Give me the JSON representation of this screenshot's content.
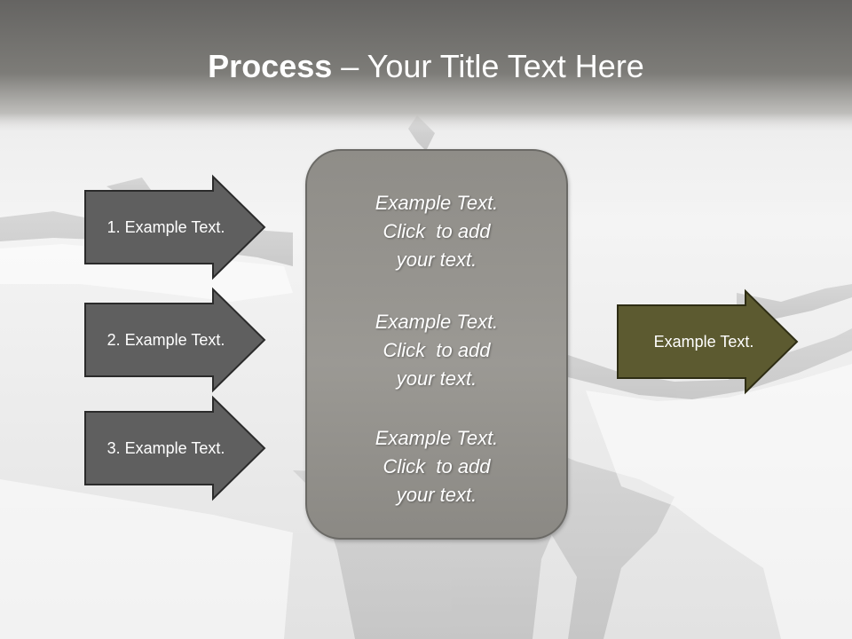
{
  "title": {
    "strong": "Process",
    "rest": " – Your Title Text Here"
  },
  "inputs": [
    {
      "label": "1. Example Text."
    },
    {
      "label": "2. Example Text."
    },
    {
      "label": "3. Example Text."
    }
  ],
  "center": {
    "blocks": [
      {
        "line1": "Example Text.",
        "line2": "Click  to add",
        "line3": "your text."
      },
      {
        "line1": "Example Text.",
        "line2": "Click  to add",
        "line3": "your text."
      },
      {
        "line1": "Example Text.",
        "line2": "Click  to add",
        "line3": "your text."
      }
    ]
  },
  "output": {
    "label": "Example Text."
  },
  "colors": {
    "input_arrow_fill": "#5f5f5f",
    "input_arrow_stroke": "#2b2b2b",
    "output_arrow_fill": "#5c5a30",
    "output_arrow_stroke": "#2e2d14",
    "center_box_fill": "#96948f",
    "title_bar": "#6e6d6a"
  }
}
